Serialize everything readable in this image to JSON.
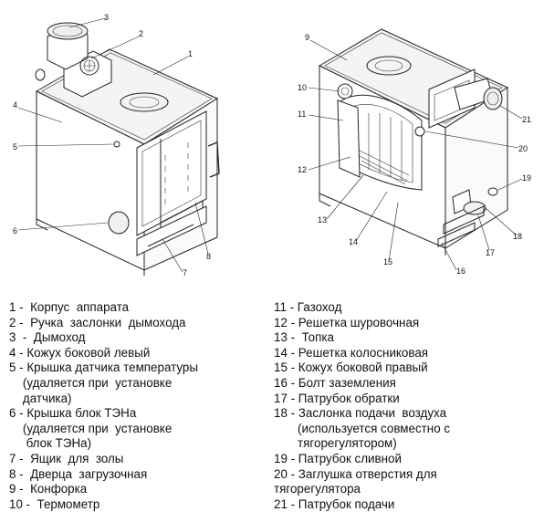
{
  "diagram": {
    "left_view_callouts": [
      "1",
      "2",
      "3",
      "4",
      "5",
      "6",
      "7",
      "8"
    ],
    "right_view_callouts": [
      "9",
      "10",
      "11",
      "12",
      "13",
      "14",
      "15",
      "16",
      "17",
      "18",
      "19",
      "20",
      "21"
    ]
  },
  "legend": {
    "left": [
      "1 -  Корпус  аппарата",
      "2 -  Ручка  заслонки  дымохода",
      "3  -  Дымоход",
      "4 - Кожух боковой левый",
      "5 - Крышка датчика температуры",
      "    (удаляется при  установке",
      "    датчика)",
      "6 - Крышка блок ТЭНа",
      "    (удаляется при  установке",
      "     блок ТЭНа)",
      "7 -  Ящик  для  золы",
      "8 -  Дверца  загрузочная",
      "9 -  Конфорка",
      "10 -  Термометр"
    ],
    "right": [
      "11 - Газоход",
      "12 - Решетка шуровочная",
      "13 -  Топка",
      "14 - Решетка колосниковая",
      "15 - Кожух боковой правый",
      "16 - Болт заземления",
      "17 - Патрубок обратки",
      "18 - Заслонка подачи  воздуха",
      "       (используется совместно с",
      "       тягорегулятором)",
      "19 - Патрубок сливной",
      "20 - Заглушка отверстия для",
      "тягорегулятора",
      "21 - Патрубок подачи"
    ]
  }
}
